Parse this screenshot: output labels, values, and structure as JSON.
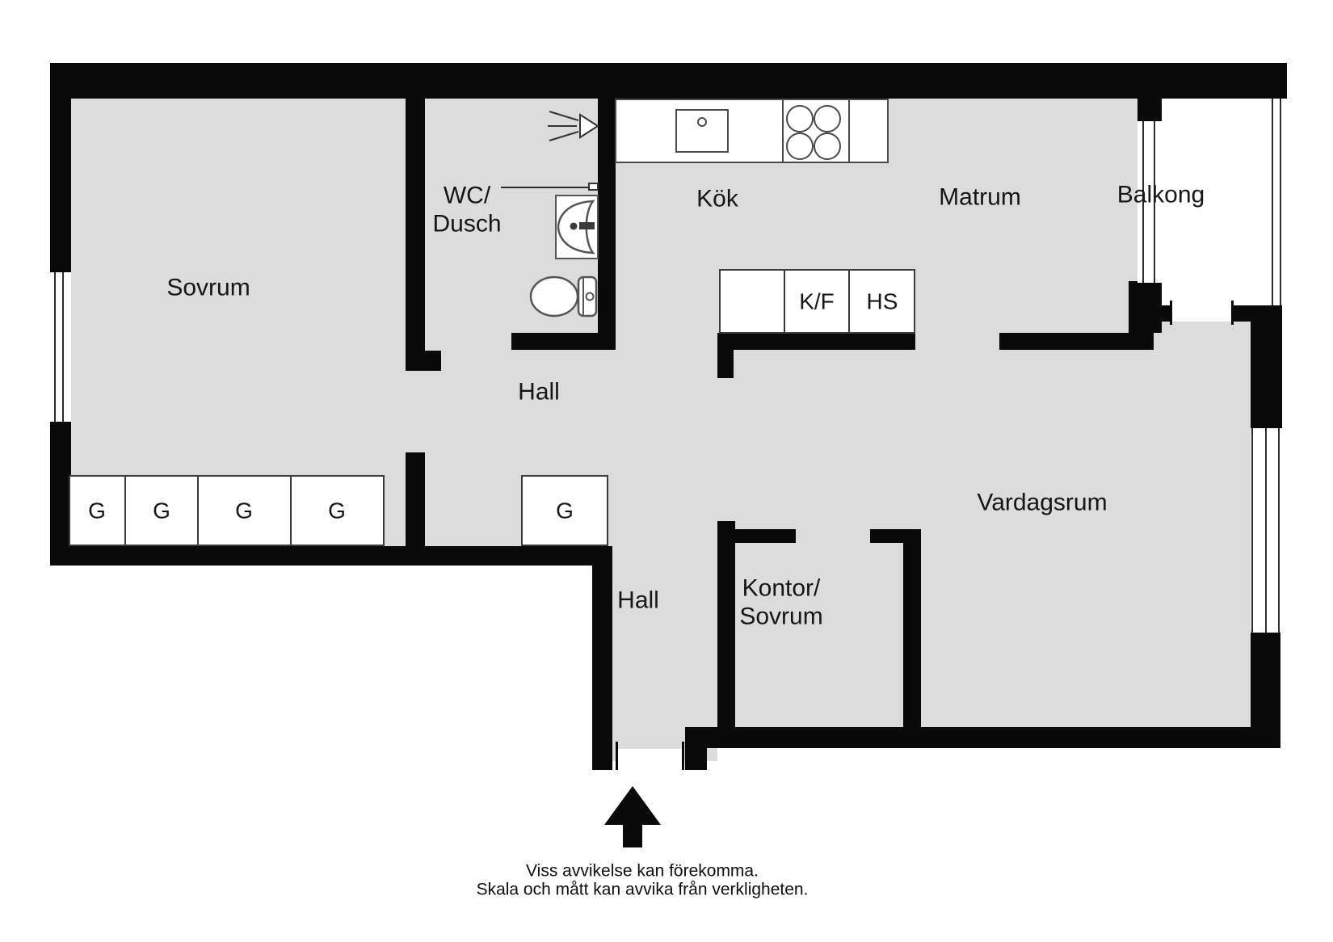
{
  "title": "Apartment floor plan",
  "colors": {
    "floor": "#dcdcdc",
    "wall": "#0a0a0a",
    "background": "#ffffff"
  },
  "rooms": {
    "sovrum": "Sovrum",
    "wc_line1": "WC/",
    "wc_line2": "Dusch",
    "kok": "Kök",
    "matrum": "Matrum",
    "balkong": "Balkong",
    "hall_upper": "Hall",
    "hall_lower": "Hall",
    "kontor_line1": "Kontor/",
    "kontor_line2": "Sovrum",
    "vardagsrum": "Vardagsrum"
  },
  "fixtures": {
    "wardrobe": "G",
    "fridge_freezer": "K/F",
    "hs": "HS"
  },
  "icons": {
    "shower": "shower-icon",
    "bathroom_sink": "bathroom-sink-icon",
    "toilet": "toilet-icon",
    "kitchen_sink": "kitchen-sink-icon",
    "stove": "stove-burners-icon",
    "entrance_arrow": "entrance-arrow-icon"
  },
  "disclaimer": {
    "line1": "Viss avvikelse kan förekomma.",
    "line2": "Skala och mått kan avvika från verkligheten."
  }
}
